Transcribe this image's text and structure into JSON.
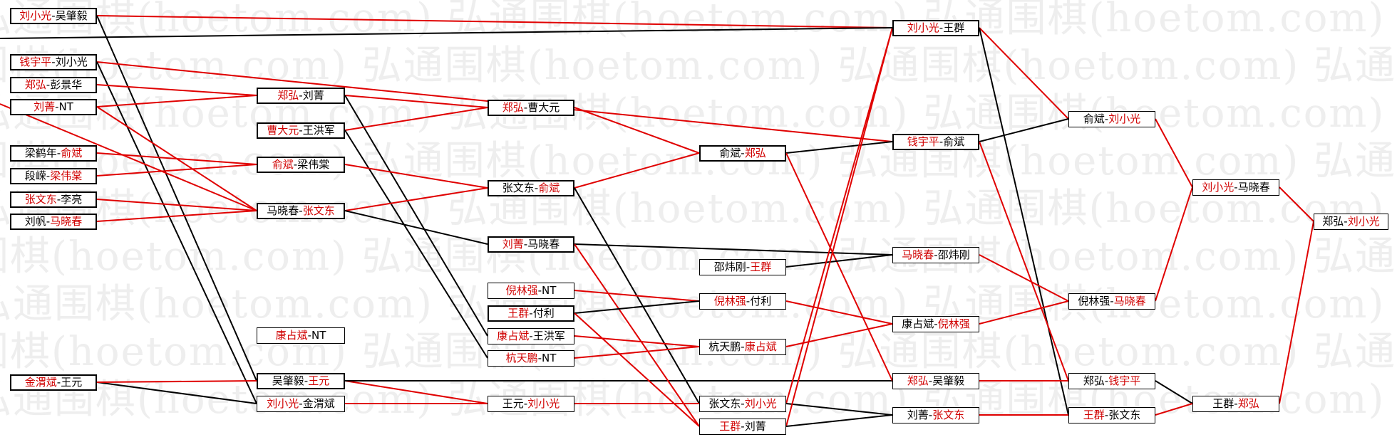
{
  "watermark": "弘通围棋(hoetom.com)",
  "colors": {
    "winner": "#dd0000",
    "loser": "#000000",
    "red_line": "#e00000",
    "black_line": "#000000"
  },
  "matches": [
    {
      "id": "m1",
      "p1": "刘小光",
      "p2": "吴肇毅",
      "winner": 1
    },
    {
      "id": "m2",
      "p1": "钱宇平",
      "p2": "刘小光",
      "winner": 1
    },
    {
      "id": "m3",
      "p1": "郑弘",
      "p2": "彭景华",
      "winner": 1
    },
    {
      "id": "m4",
      "p1": "刘菁",
      "p2": "NT",
      "winner": 1
    },
    {
      "id": "m5",
      "p1": "梁鹤年",
      "p2": "俞斌",
      "winner": 2
    },
    {
      "id": "m6",
      "p1": "段嵘",
      "p2": "梁伟棠",
      "winner": 2
    },
    {
      "id": "m7",
      "p1": "张文东",
      "p2": "李亮",
      "winner": 1
    },
    {
      "id": "m8",
      "p1": "刘帆",
      "p2": "马晓春",
      "winner": 2
    },
    {
      "id": "m9",
      "p1": "金渭斌",
      "p2": "王元",
      "winner": 1
    },
    {
      "id": "m10",
      "p1": "郑弘",
      "p2": "刘菁",
      "winner": 1
    },
    {
      "id": "m11",
      "p1": "曹大元",
      "p2": "王洪军",
      "winner": 1
    },
    {
      "id": "m12",
      "p1": "俞斌",
      "p2": "梁伟棠",
      "winner": 1
    },
    {
      "id": "m13",
      "p1": "马晓春",
      "p2": "张文东",
      "winner": 2
    },
    {
      "id": "m14",
      "p1": "康占斌",
      "p2": "NT",
      "winner": 1
    },
    {
      "id": "m15",
      "p1": "吴肇毅",
      "p2": "王元",
      "winner": 2
    },
    {
      "id": "m16",
      "p1": "刘小光",
      "p2": "金渭斌",
      "winner": 1
    },
    {
      "id": "m17",
      "p1": "郑弘",
      "p2": "曹大元",
      "winner": 1
    },
    {
      "id": "m18",
      "p1": "张文东",
      "p2": "俞斌",
      "winner": 2
    },
    {
      "id": "m19",
      "p1": "刘菁",
      "p2": "马晓春",
      "winner": 1
    },
    {
      "id": "m20",
      "p1": "倪林强",
      "p2": "NT",
      "winner": 1
    },
    {
      "id": "m21",
      "p1": "王群",
      "p2": "付利",
      "winner": 1
    },
    {
      "id": "m22",
      "p1": "康占斌",
      "p2": "王洪军",
      "winner": 1
    },
    {
      "id": "m23",
      "p1": "杭天鹏",
      "p2": "NT",
      "winner": 1
    },
    {
      "id": "m24",
      "p1": "王元",
      "p2": "刘小光",
      "winner": 2
    },
    {
      "id": "m25",
      "p1": "俞斌",
      "p2": "郑弘",
      "winner": 2
    },
    {
      "id": "m26",
      "p1": "邵炜刚",
      "p2": "王群",
      "winner": 2
    },
    {
      "id": "m27",
      "p1": "倪林强",
      "p2": "付利",
      "winner": 1
    },
    {
      "id": "m28",
      "p1": "杭天鹏",
      "p2": "康占斌",
      "winner": 2
    },
    {
      "id": "m29",
      "p1": "张文东",
      "p2": "刘小光",
      "winner": 2
    },
    {
      "id": "m30",
      "p1": "王群",
      "p2": "刘菁",
      "winner": 1
    },
    {
      "id": "m31",
      "p1": "刘小光",
      "p2": "王群",
      "winner": 1
    },
    {
      "id": "m32",
      "p1": "钱宇平",
      "p2": "俞斌",
      "winner": 1
    },
    {
      "id": "m33",
      "p1": "马晓春",
      "p2": "邵炜刚",
      "winner": 1
    },
    {
      "id": "m34",
      "p1": "康占斌",
      "p2": "倪林强",
      "winner": 2
    },
    {
      "id": "m35",
      "p1": "郑弘",
      "p2": "吴肇毅",
      "winner": 1
    },
    {
      "id": "m36",
      "p1": "刘菁",
      "p2": "张文东",
      "winner": 2
    },
    {
      "id": "m37",
      "p1": "俞斌",
      "p2": "刘小光",
      "winner": 2
    },
    {
      "id": "m38",
      "p1": "倪林强",
      "p2": "马晓春",
      "winner": 2
    },
    {
      "id": "m39",
      "p1": "郑弘",
      "p2": "钱宇平",
      "winner": 2
    },
    {
      "id": "m40",
      "p1": "王群",
      "p2": "张文东",
      "winner": 1
    },
    {
      "id": "m41",
      "p1": "刘小光",
      "p2": "马晓春",
      "winner": 1
    },
    {
      "id": "m42",
      "p1": "王群",
      "p2": "郑弘",
      "winner": 2
    },
    {
      "id": "m43",
      "p1": "郑弘",
      "p2": "刘小光",
      "winner": 2
    }
  ],
  "connections": [
    [
      "m1",
      "m31",
      "r"
    ],
    [
      "m1",
      "m15",
      "k"
    ],
    [
      "m2",
      "m32",
      "r"
    ],
    [
      "m2",
      "m16",
      "k"
    ],
    [
      "m3",
      "m10",
      "r"
    ],
    [
      "m4",
      "m10",
      "r"
    ],
    [
      "m4",
      "m13",
      "r"
    ],
    [
      "m5",
      "m12",
      "r"
    ],
    [
      "m6",
      "m12",
      "r"
    ],
    [
      "m7",
      "m13",
      "r"
    ],
    [
      "m8",
      "m13",
      "r"
    ],
    [
      "m9",
      "m16",
      "k"
    ],
    [
      "m9",
      "m15",
      "r"
    ],
    [
      "m10",
      "m17",
      "r"
    ],
    [
      "m10",
      "m22",
      "k"
    ],
    [
      "m11",
      "m17",
      "r"
    ],
    [
      "m11",
      "m23",
      "k"
    ],
    [
      "m12",
      "m18",
      "r"
    ],
    [
      "m13",
      "m18",
      "r"
    ],
    [
      "m13",
      "m19",
      "k"
    ],
    [
      "m15",
      "m24",
      "r"
    ],
    [
      "m15",
      "m35",
      "k"
    ],
    [
      "m16",
      "m24",
      "r"
    ],
    [
      "m17",
      "m25",
      "r"
    ],
    [
      "m18",
      "m25",
      "r"
    ],
    [
      "m18",
      "m29",
      "k"
    ],
    [
      "m19",
      "m33",
      "k"
    ],
    [
      "m19",
      "m30",
      "r"
    ],
    [
      "m20",
      "m27",
      "r"
    ],
    [
      "m21",
      "m27",
      "k"
    ],
    [
      "m21",
      "m30",
      "r"
    ],
    [
      "m22",
      "m28",
      "r"
    ],
    [
      "m23",
      "m28",
      "r"
    ],
    [
      "m24",
      "m29",
      "r"
    ],
    [
      "m25",
      "m32",
      "k"
    ],
    [
      "m25",
      "m35",
      "r"
    ],
    [
      "m26",
      "m33",
      "k"
    ],
    [
      "m27",
      "m34",
      "r"
    ],
    [
      "m28",
      "m34",
      "r"
    ],
    [
      "m29",
      "m31",
      "r"
    ],
    [
      "m29",
      "m36",
      "k"
    ],
    [
      "m30",
      "m31",
      "r"
    ],
    [
      "m30",
      "m36",
      "k"
    ],
    [
      "m31",
      "m37",
      "r"
    ],
    [
      "m31",
      "m40",
      "k"
    ],
    [
      "m32",
      "m37",
      "k"
    ],
    [
      "m32",
      "m39",
      "r"
    ],
    [
      "m33",
      "m38",
      "r"
    ],
    [
      "m34",
      "m38",
      "r"
    ],
    [
      "m35",
      "m39",
      "r"
    ],
    [
      "m36",
      "m40",
      "r"
    ],
    [
      "m37",
      "m41",
      "r"
    ],
    [
      "m38",
      "m41",
      "r"
    ],
    [
      "m39",
      "m42",
      "k"
    ],
    [
      "m40",
      "m42",
      "r"
    ],
    [
      "m41",
      "m43",
      "r"
    ],
    [
      "m42",
      "m43",
      "r"
    ],
    [
      "left",
      "m13",
      "r"
    ],
    [
      "left",
      "m31",
      "k"
    ]
  ]
}
